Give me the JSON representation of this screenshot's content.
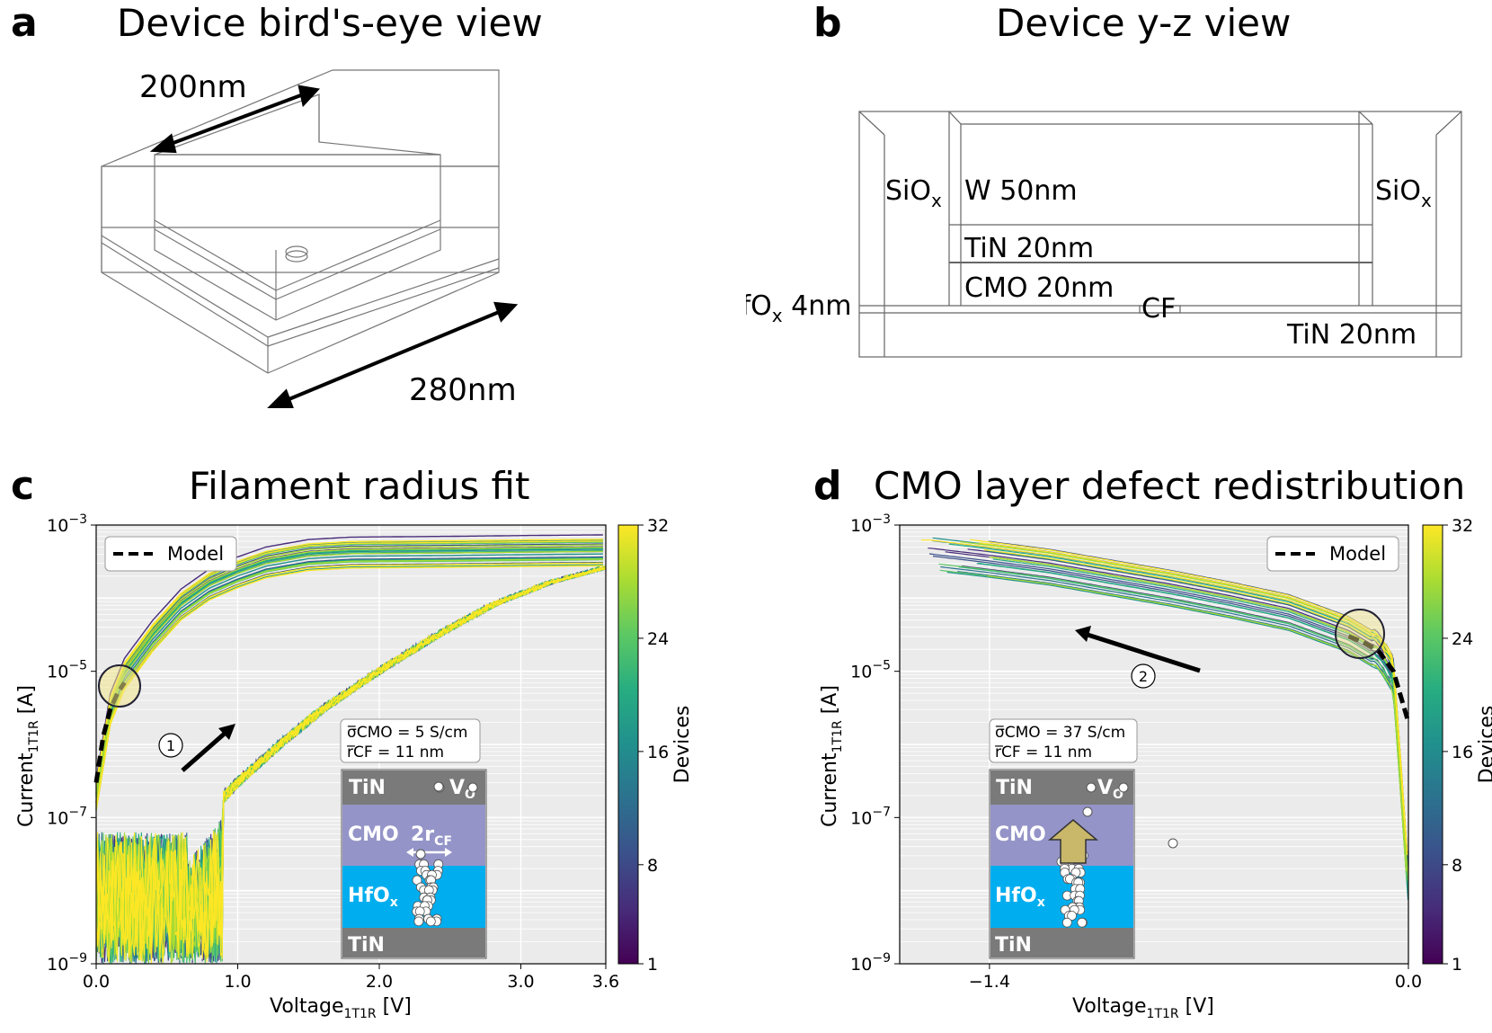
{
  "panels": {
    "a": {
      "letter": "a",
      "title": "Device bird's-eye view",
      "dim_top": "200nm",
      "dim_bottom": "280nm"
    },
    "b": {
      "letter": "b",
      "title": "Device y-z view",
      "labels": {
        "sio_left_base": "SiO",
        "sio_left_sub": "x",
        "sio_right_base": "SiO",
        "sio_right_sub": "x",
        "w": "W 50nm",
        "tin_top": "TiN 20nm",
        "cmo": "CMO 20nm",
        "hfo_base": "HfO",
        "hfo_sub": "x",
        "hfo_rest": " 4nm",
        "cf": "CF",
        "tin_bottom": "TiN 20nm"
      }
    },
    "c": {
      "letter": "c",
      "title": "Filament radius fit",
      "legend": "Model",
      "annot_sigma": "σ̅CMO = 5 S/cm",
      "annot_r": "r̅CF = 11 nm",
      "step": "1",
      "schematic": {
        "tin": "TiN",
        "vo": "V",
        "vo_sub": "O",
        "cmo": "CMO",
        "r": "2r",
        "r_sub": "CF",
        "hfo": "HfO",
        "hfo_sub": "x",
        "tin_bottom": "TiN"
      }
    },
    "d": {
      "letter": "d",
      "title": "CMO layer defect redistribution",
      "legend": "Model",
      "annot_sigma": "σ̅CMO = 37 S/cm",
      "annot_r": "r̅CF = 11 nm",
      "step": "2",
      "schematic": {
        "tin": "TiN",
        "vo": "V",
        "vo_sub": "O",
        "cmo": "CMO",
        "hfo": "HfO",
        "hfo_sub": "x",
        "tin_bottom": "TiN"
      }
    }
  },
  "colorbar": {
    "label": "Devices",
    "ticks": [
      "32",
      "24",
      "16",
      "8",
      "1"
    ]
  },
  "colors": {
    "plot_bg": "#ebebeb",
    "tin": "#7a7a7a",
    "cmo": "#9494c8",
    "hfo": "#00aeef",
    "model": "#000000"
  },
  "chart_data": [
    {
      "type": "line",
      "panel": "c",
      "title": "Filament radius fit",
      "xlabel": "Voltage",
      "xlabel_sub": "1T1R",
      "xlabel_unit": " [V]",
      "ylabel": "Current",
      "ylabel_sub": "1T1R",
      "ylabel_unit": " [A]",
      "xlim": [
        0.0,
        3.6
      ],
      "ylim": [
        1e-09,
        0.001
      ],
      "yscale": "log",
      "xticks": [
        "0.0",
        "1.0",
        "2.0",
        "3.0",
        "3.6"
      ],
      "yticks": [
        "10^-3",
        "10^-5",
        "10^-7",
        "10^-9"
      ],
      "legend_position": "top-left",
      "series": [
        {
          "name": "Model",
          "style": "dashed",
          "x": [
            0.0,
            0.05,
            0.1,
            0.15,
            0.2
          ],
          "y": [
            3e-07,
            1.3e-06,
            3e-06,
            5e-06,
            7e-06
          ]
        }
      ],
      "measured": {
        "colorbar_range": [
          1,
          32
        ],
        "lrs_sweep": {
          "x": [
            0.0,
            0.1,
            0.2,
            0.4,
            0.6,
            0.8,
            1.0,
            1.2,
            1.5,
            1.8,
            2.5,
            3.0,
            3.6
          ],
          "y": [
            2e-07,
            3e-06,
            9e-06,
            3e-05,
            8e-05,
            0.00015,
            0.00022,
            0.0003,
            0.00038,
            0.00041,
            0.00042,
            0.00043,
            0.00044
          ]
        },
        "hrs_sweep": {
          "x": [
            0.0,
            0.6,
            0.8,
            1.0,
            1.3,
            1.6,
            2.0,
            2.4,
            2.8,
            3.2,
            3.6
          ],
          "y": [
            3e-08,
            3e-08,
            1.2e-07,
            3e-07,
            1e-06,
            3e-06,
            1e-05,
            3e-05,
            8e-05,
            0.00016,
            0.00026
          ]
        }
      }
    },
    {
      "type": "line",
      "panel": "d",
      "title": "CMO layer defect redistribution",
      "xlabel": "Voltage",
      "xlabel_sub": "1T1R",
      "xlabel_unit": " [V]",
      "ylabel": "Current",
      "ylabel_sub": "1T1R",
      "ylabel_unit": " [A]",
      "xlim": [
        -1.7,
        0.0
      ],
      "ylim": [
        1e-09,
        0.001
      ],
      "yscale": "log",
      "xticks": [
        "−1.4",
        "0.0"
      ],
      "yticks": [
        "10^-3",
        "10^-5",
        "10^-7",
        "10^-9"
      ],
      "legend_position": "top-right",
      "series": [
        {
          "name": "Model",
          "style": "dashed",
          "x": [
            -0.2,
            -0.15,
            -0.1,
            -0.05,
            0.0
          ],
          "y": [
            3e-05,
            2.5e-05,
            1.9e-05,
            1e-05,
            2e-06
          ]
        }
      ],
      "measured": {
        "colorbar_range": [
          1,
          32
        ],
        "reset_sweep": {
          "x": [
            -1.6,
            -1.4,
            -1.2,
            -1.0,
            -0.8,
            -0.6,
            -0.4,
            -0.2,
            -0.1,
            -0.05,
            0.0
          ],
          "y": [
            0.0004,
            0.00032,
            0.00025,
            0.00018,
            0.00013,
            9e-05,
            6e-05,
            3e-05,
            1.7e-05,
            8e-06,
            1e-08
          ]
        }
      }
    }
  ]
}
